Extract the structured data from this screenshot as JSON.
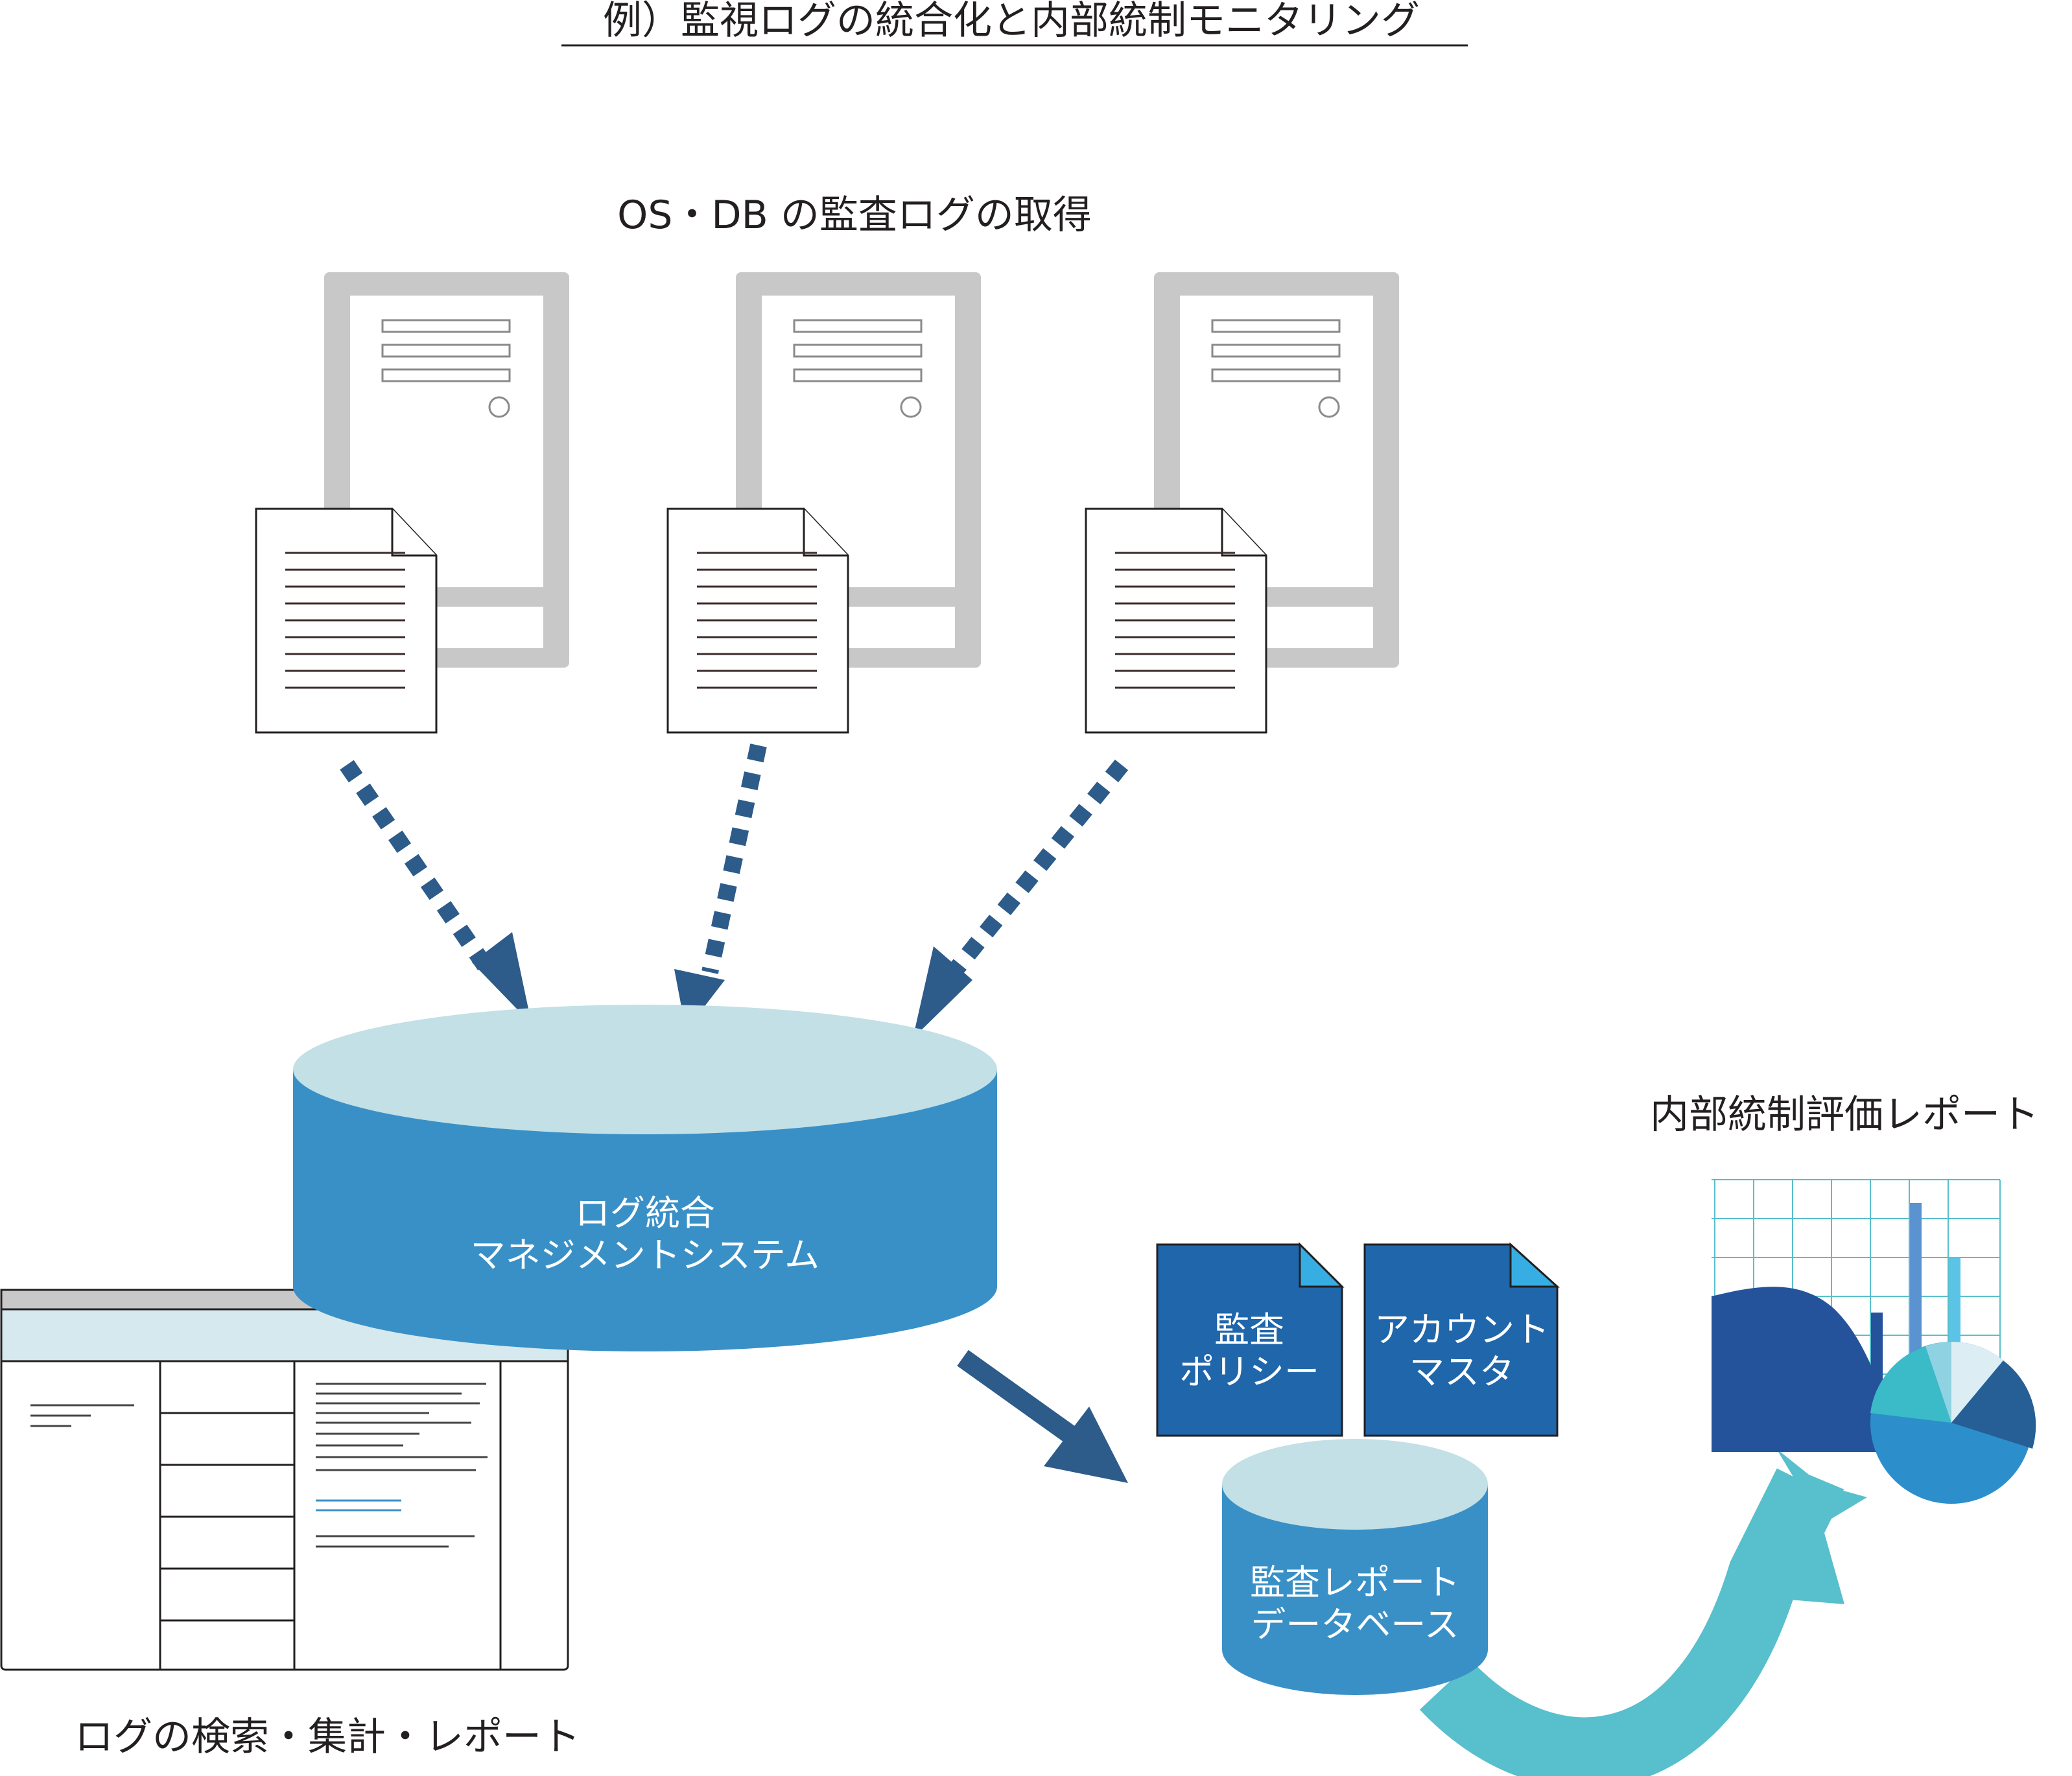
{
  "title": "例）監視ログの統合化と内部統制モニタリング",
  "labels": {
    "acquire": "OS・DB の監査ログの取得",
    "integration_line1": "ログ統合",
    "integration_line2": "マネジメントシステム",
    "search": "ログの検索・集計・レポート",
    "policy_line1": "監査",
    "policy_line2": "ポリシー",
    "account_line1": "アカウント",
    "account_line2": "マスタ",
    "reportdb_line1": "監査レポート",
    "reportdb_line2": "データベース",
    "evaluation": "内部統制評価レポート"
  },
  "icons": {
    "servers": [
      "server-icon",
      "server-icon",
      "server-icon"
    ],
    "logs": [
      "log-document-icon",
      "log-document-icon",
      "log-document-icon"
    ],
    "report": "chart-report-icon",
    "console": "log-viewer-window"
  },
  "colors": {
    "server_gray": "#c8c8c8",
    "arrow_navy": "#2d5b8a",
    "cylinder_blue": "#3990c7",
    "cylinder_top": "#c2e0e6",
    "doc_blue": "#1f66ab",
    "doc_fold": "#36aee3",
    "flow_teal": "#58bfcc",
    "window_header": "#d5e9ee",
    "window_bar": "#c8c8c8"
  }
}
